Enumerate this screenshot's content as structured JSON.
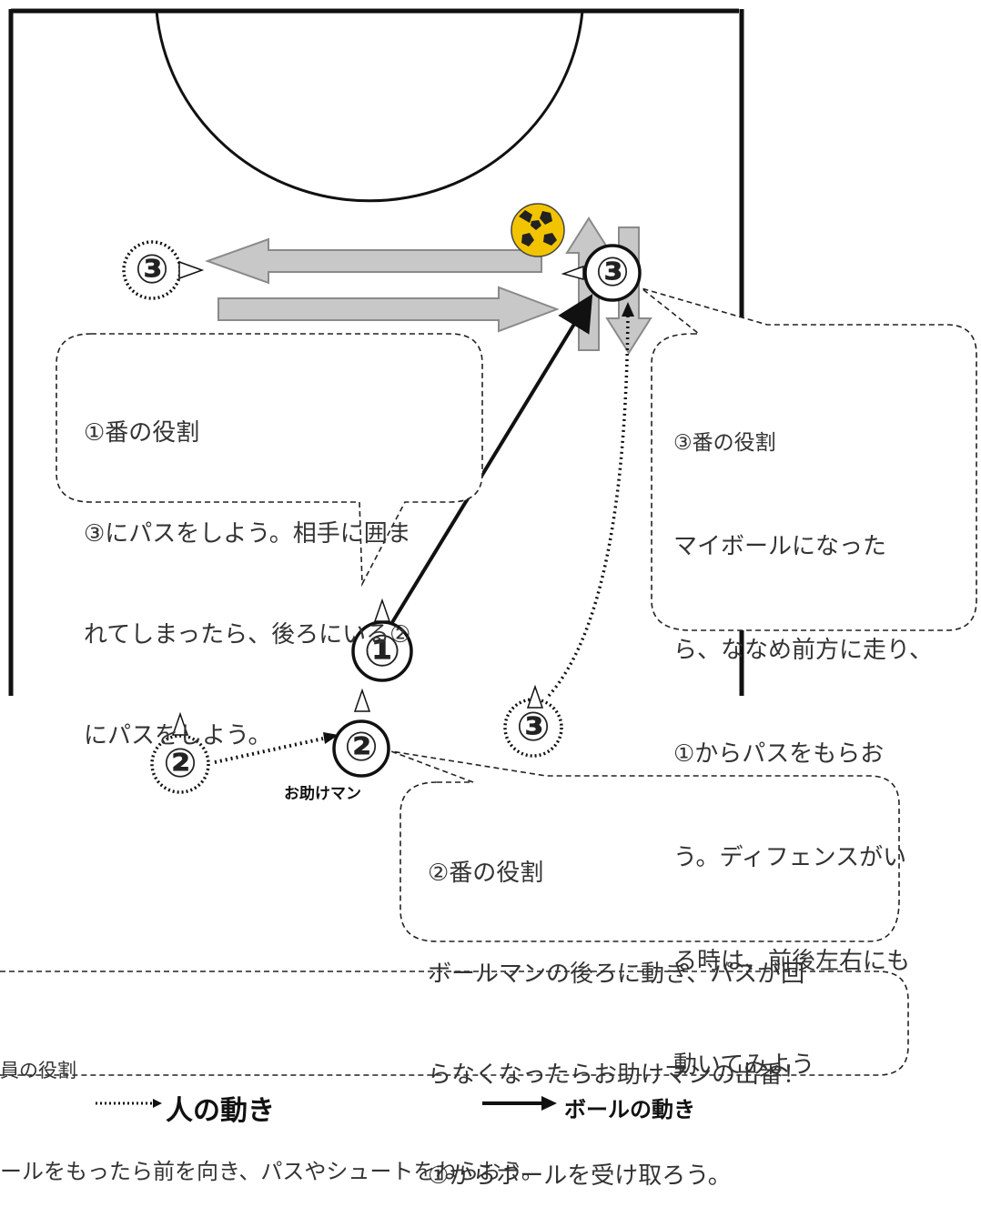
{
  "players": {
    "p1": "①",
    "p2": "②",
    "p3": "③"
  },
  "helper_label": "お助けマン",
  "bubbles": {
    "role1": {
      "title": "①番の役割",
      "lines": [
        "③にパスをしよう。相手に囲ま",
        "れてしまったら、後ろにいる②",
        "にパスをしよう。"
      ]
    },
    "role3": {
      "title": "③番の役割",
      "lines": [
        "マイボールになった",
        "ら、ななめ前方に走り、",
        "①からパスをもらお",
        "う。ディフェンスがい",
        "る時は、前後左右にも",
        "動いてみよう"
      ]
    },
    "role2": {
      "title": "②番の役割",
      "lines": [
        "ボールマンの後ろに動き、パスが回",
        "らなくなったらお助けマンの出番！",
        "①からボールを受け取ろう。"
      ]
    },
    "all": {
      "title": "員の役割",
      "lines": [
        "ールをもったら前を向き、パスやシュートをねらおう。"
      ]
    }
  },
  "legend": {
    "person_move": "人の動き",
    "ball_move": "ボールの動き"
  },
  "colors": {
    "court_line": "#111111",
    "arrow_fill": "#c8c8c8",
    "arrow_stroke": "#8a8a8a",
    "ball": "#f2c400"
  }
}
